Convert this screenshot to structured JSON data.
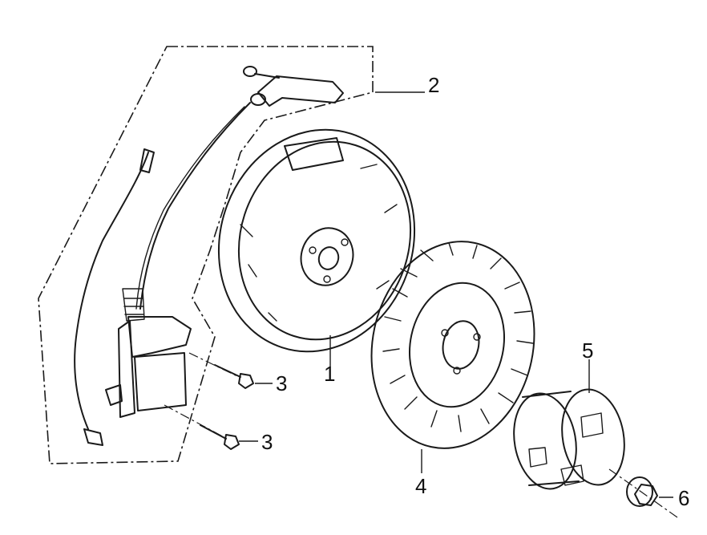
{
  "callouts": [
    {
      "id": "1",
      "label": "1"
    },
    {
      "id": "2",
      "label": "2"
    },
    {
      "id": "3a",
      "label": "3"
    },
    {
      "id": "3b",
      "label": "3"
    },
    {
      "id": "4",
      "label": "4"
    },
    {
      "id": "5",
      "label": "5"
    },
    {
      "id": "6",
      "label": "6"
    }
  ]
}
